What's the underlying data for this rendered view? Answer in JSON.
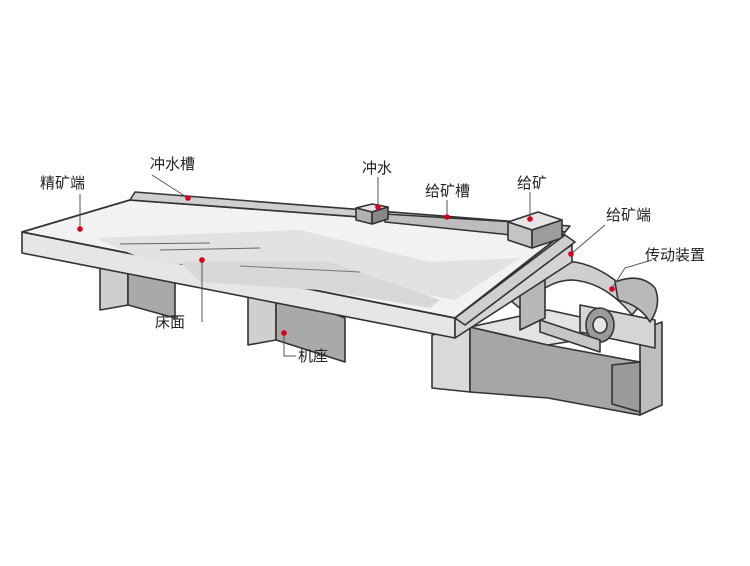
{
  "labels": {
    "concentrate_end": "精矿端",
    "flush_trough": "冲水槽",
    "flush_water": "冲水",
    "feed_trough": "给矿槽",
    "feed": "给矿",
    "feed_end": "给矿端",
    "drive_unit": "传动装置",
    "deck": "床面",
    "base": "机座"
  },
  "colors": {
    "outline": "#333333",
    "light_fill": "#f1f1f1",
    "mid_fill": "#d2d2d2",
    "shadow_fill": "#a7a7a7",
    "leader_line": "#555555",
    "marker_dot": "#d6001c"
  }
}
